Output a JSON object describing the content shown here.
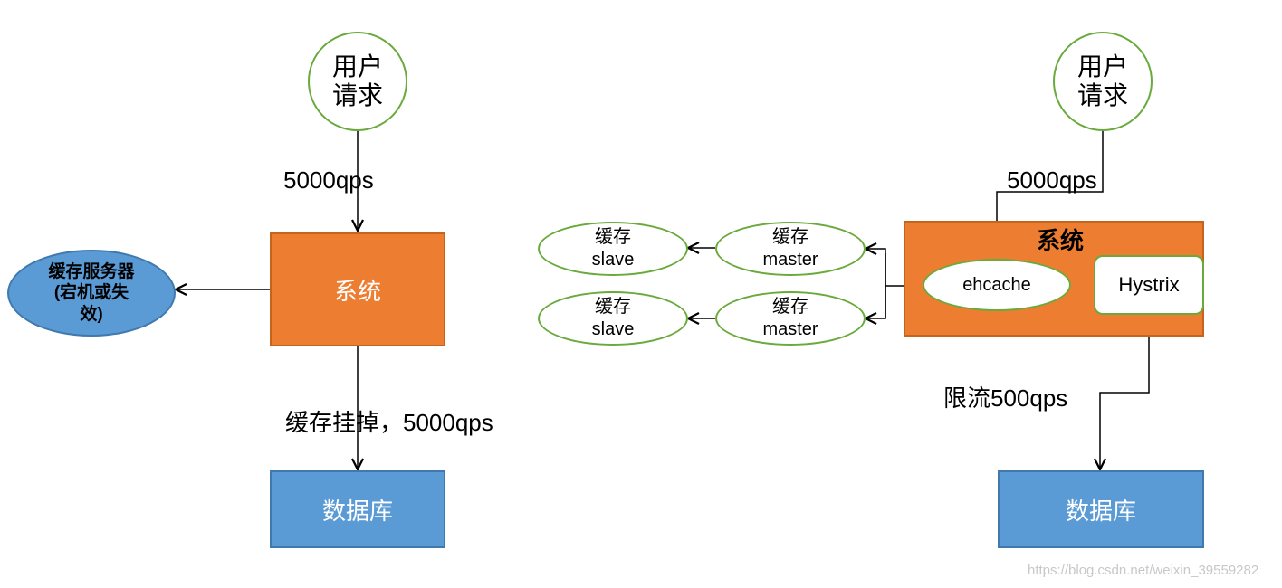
{
  "left": {
    "user_request": [
      "用户",
      "请求"
    ],
    "qps_label": "5000qps",
    "system_label": "系统",
    "cache_server": [
      "缓存服务器",
      "(宕机或失",
      "效)"
    ],
    "cache_down_label": "缓存挂掉，5000qps",
    "database_label": "数据库"
  },
  "right": {
    "user_request": [
      "用户",
      "请求"
    ],
    "qps_label": "5000qps",
    "system_label": "系统",
    "ehcache_label": "ehcache",
    "hystrix_label": "Hystrix",
    "limit_label": "限流500qps",
    "database_label": "数据库",
    "masters": [
      {
        "line1": "缓存",
        "line2": "master"
      },
      {
        "line1": "缓存",
        "line2": "master"
      }
    ],
    "slaves": [
      {
        "line1": "缓存",
        "line2": "slave"
      },
      {
        "line1": "缓存",
        "line2": "slave"
      }
    ]
  },
  "watermark": "https://blog.csdn.net/weixin_39559282",
  "colors": {
    "orange": "#ed7d31",
    "blue": "#5b9bd5",
    "green_border": "#6aaa3c"
  }
}
